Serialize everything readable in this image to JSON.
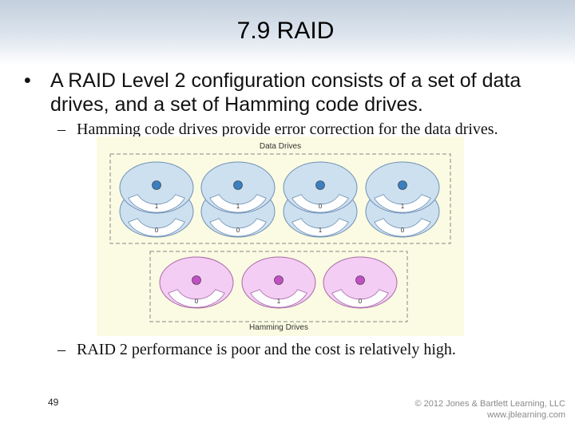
{
  "slide": {
    "title": "7.9 RAID",
    "bullet": "A RAID Level 2 configuration consists of a set of data drives, and a set of Hamming code drives.",
    "bullet_marker": "•",
    "sub_marker": "–",
    "subbullets": [
      "Hamming code drives provide error correction for the data drives.",
      "RAID 2 performance is poor and the cost is relatively high."
    ],
    "page_number": "49",
    "copyright_line1": "© 2012 Jones & Bartlett Learning, LLC",
    "copyright_line2": "www.jblearning.com"
  },
  "figure": {
    "data_group_label": "Data Drives",
    "hamming_group_label": "Hamming Drives",
    "data_drives": [
      {
        "top_bit": "1",
        "bottom_bit": "0"
      },
      {
        "top_bit": "1",
        "bottom_bit": "0"
      },
      {
        "top_bit": "0",
        "bottom_bit": "1"
      },
      {
        "top_bit": "1",
        "bottom_bit": "0"
      }
    ],
    "hamming_drives": [
      {
        "bit": "0"
      },
      {
        "bit": "1"
      },
      {
        "bit": "0"
      }
    ],
    "colors": {
      "data_fill": "#cde0f0",
      "data_stroke": "#6f8fb3",
      "hamming_fill": "#f3cdf3",
      "hamming_stroke": "#a86aa8",
      "hub_data": "#3b7fc0",
      "hub_hamming": "#c150c4",
      "background": "#fafbe2"
    }
  }
}
